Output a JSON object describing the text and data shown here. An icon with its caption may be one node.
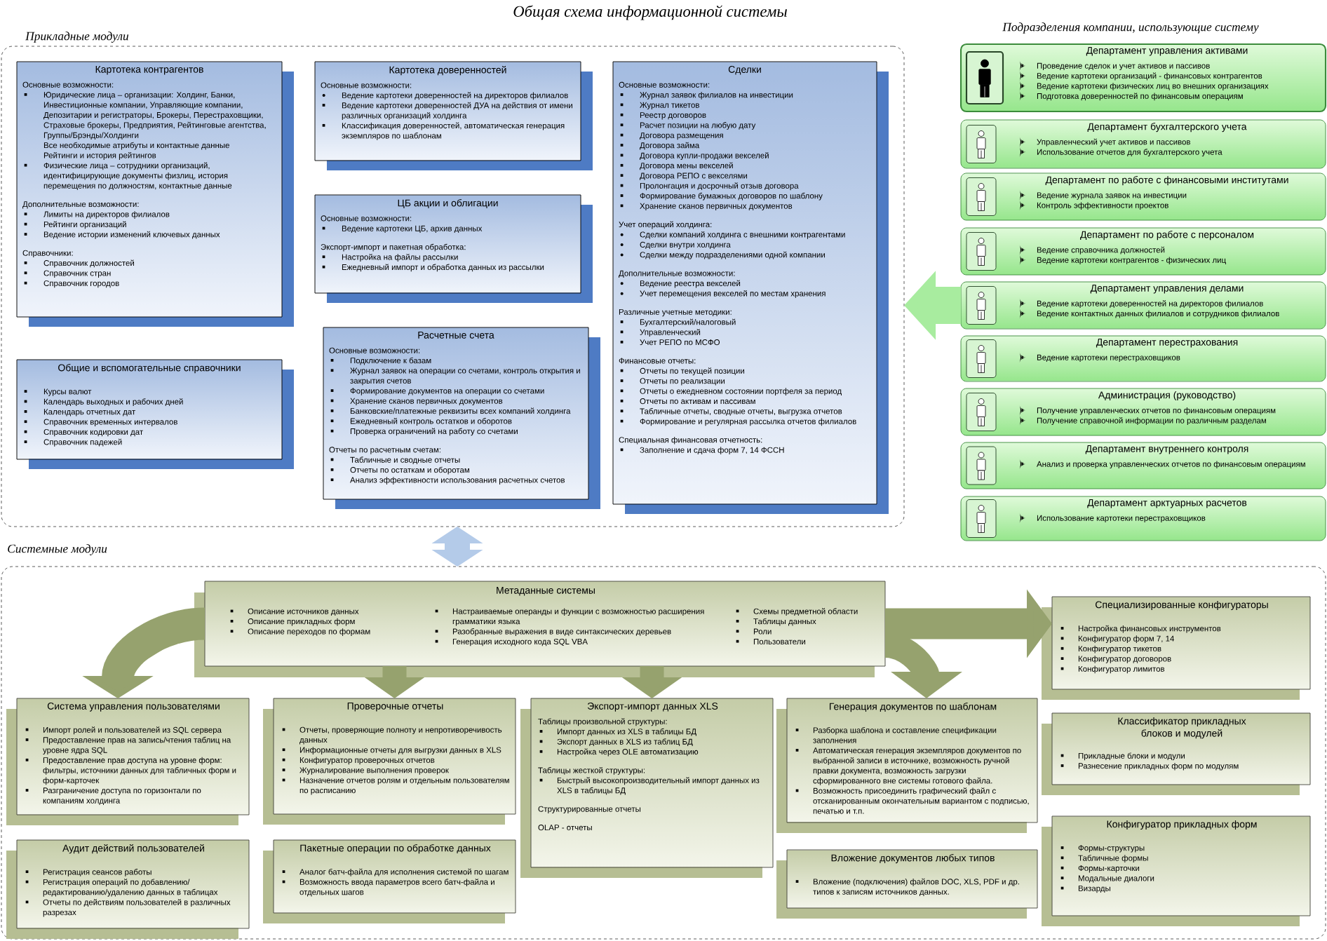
{
  "diagram": {
    "title": "Общая схема информационной системы",
    "nodes": [
      {
        "text": [
          "Прикладные модули"
        ]
      },
      {
        "text": [
          "Картотека контрагентов",
          "Основные возможности:",
          "Юридические лица – организации: Холдинг, Банки, Инвестиционные компании, Управляющие компании, Депозитарии и регистраторы, Брокеры, Перестраховщики, Страховые брокеры, Предприятия, Рейтинговые агентства, Группы/Брэнды/Холдинги",
          "Все необходимые атрибуты и контактные данные",
          "Рейтинги и история рейтингов",
          "Физические лица – сотрудники организаций, идентифицирующие документы физлиц, история перемещения по должностям, контактные данные",
          "Дополнительные возможности:",
          "Лимиты на директоров филиалов",
          "Рейтинги организаций",
          "Ведение истории изменений ключевых данных",
          "Справочники:",
          "Справочник должностей",
          "Справочник стран",
          "Справочник городов"
        ],
        "in": 0
      },
      {
        "text": [
          "Картотека доверенностей",
          "Основные возможности:",
          "Ведение картотеки доверенностей на директоров филиалов",
          "Ведение картотеки доверенностей ДУА на действия от имени различных организаций холдинга",
          "Классификация доверенностей, автоматическая генерация экземпляров по шаблонам"
        ],
        "in": 0
      },
      {
        "text": [
          "ЦБ акции и облигации",
          "Основные возможности:",
          "Ведение картотеки ЦБ, архив данных",
          "Экспорт-импорт и пакетная обработка:",
          "Настройка на файлы рассылки",
          "Ежедневный импорт и обработка данных из рассылки"
        ],
        "in": 0
      },
      {
        "text": [
          "Сделки",
          "Основные возможности:",
          "Журнал заявок филиалов на инвестиции",
          "Журнал тикетов",
          "Реестр договоров",
          "Расчет позиции на любую дату",
          "Договора размещения",
          "Договора займа",
          "Договора купли-продажи векселей",
          "Договора мены векселей",
          "Договора РЕПО с векселями",
          "Пролонгация и досрочный отзыв договора",
          "Формирование бумажных договоров по шаблону",
          "Хранение сканов первичных документов",
          "Учет операций холдинга:",
          "Сделки компаний холдинга с внешними контрагентами",
          "Сделки внутри холдинга",
          "Сделки между подразделениями одной компании",
          "Дополнительные возможности:",
          "Ведение реестра векселей",
          "Учет перемещения векселей по местам хранения",
          "Различные учетные методики:",
          "Бухгалтерский/налоговый",
          "Управленческий",
          "Учет РЕПО по МСФО",
          "Финансовые отчеты:",
          "Отчеты по текущей позиции",
          "Отчеты по реализации",
          "Отчеты о ежедневном состоянии портфеля за период",
          "Отчеты по активам и пассивам",
          "Табличные отчеты, сводные отчеты, выгрузка отчетов",
          "Формирование и регулярная рассылка отчетов филиалов",
          "Специальная финансовая отчетность:",
          "Заполнение и сдача форм 7, 14 ФССН"
        ],
        "in": 0
      },
      {
        "text": [
          "Общие и вспомогательные справочники",
          "Курсы валют",
          "Календарь выходных и рабочих дней",
          "Календарь отчетных дат",
          "Справочник временных интервалов",
          "Справочник кодировки дат",
          "Справочник падежей"
        ],
        "in": 0
      },
      {
        "text": [
          "Расчетные счета",
          "Основные возможности:",
          "Подключение к базам",
          "Журнал заявок на операции со счетами, контроль открытия и закрытия счетов",
          "Формирование документов на операции со счетами",
          "Хранение сканов первичных документов",
          "Банковские/платежные реквизиты всех компаний холдинга",
          "Ежедневный контроль остатков и оборотов",
          "Проверка ограничений на работу со счетами",
          "Отчеты по расчетным счетам:",
          "Табличные и сводные отчеты",
          "Отчеты по остаткам и оборотам",
          "Анализ эффективности использования расчетных счетов"
        ],
        "in": 0
      },
      {
        "text": [
          "Департамент управления активами",
          "Проведение сделок и учет активов и пассивов",
          "Ведение картотеки организаций - финансовых контрагентов",
          "Ведение картотеки физических лиц во внешних организациях",
          "Подготовка доверенностей по финансовым операциям"
        ]
      },
      {
        "text": [
          "Департамент бухгалтерского учета",
          "Управленческий учет активов и пассивов",
          "Использование отчетов для бухгалтерского учета"
        ]
      },
      {
        "text": [
          "Департамент по работе с финансовыми институтами",
          "Ведение журнала заявок на инвестиции",
          "Контроль эффективности проектов"
        ]
      },
      {
        "text": [
          "Департамент по работе с персоналом",
          "Ведение справочника должностей",
          "Ведение картотеки контрагентов - физических лиц"
        ]
      },
      {
        "text": [
          "Департамент управления делами",
          "Ведение картотеки доверенностей на директоров филиалов",
          "Ведение контактных данных филиалов и сотрудников филиалов"
        ]
      },
      {
        "text": [
          "Департамент перестрахования",
          "Ведение картотеки перестраховщиков"
        ]
      },
      {
        "text": [
          "Администрация (руководство)",
          "Получение управленческих отчетов по финансовым операциям",
          "Получение справочной информации по различным разделам"
        ]
      },
      {
        "text": [
          "Департамент внутреннего контроля",
          "Анализ и проверка управленческих отчетов по финансовым операциям"
        ]
      },
      {
        "text": [
          "Департамент арктуарных расчетов",
          "Использование картотеки перестраховщиков"
        ]
      },
      {
        "text": [
          "Системные модули"
        ]
      },
      {
        "text": [
          "Метаданные системы",
          "Описание источников данных",
          "Описание прикладных форм",
          "Описание переходов по формам",
          "Настраиваемые операнды и функции с возможностью расширения грамматики языка",
          "Разобранные выражения в виде синтаксических деревьев",
          "Генерация исходного кода SQL VBA",
          "Схемы предметной области",
          "Таблицы данных",
          "Роли",
          "Пользователи"
        ],
        "in": 16
      },
      {
        "text": [
          "Система управления пользователями",
          "Импорт ролей и пользователей из SQL сервера",
          "Предоставление прав на запись/чтения таблиц на уровне ядра SQL",
          "Предоставление прав доступа на уровне форм: фильтры, источники данных для табличных форм и форм-карточек",
          "Разграничение доступа по горизонтали по компаниям холдинга"
        ],
        "in": 16
      },
      {
        "text": [
          "Проверочные отчеты",
          "Отчеты, проверяющие полноту и непротиворечивость данных",
          "Информационные отчеты для выгрузки данных в XLS",
          "Конфигуратор проверочных отчетов",
          "Журналирование выполнения проверок",
          "Назначение отчетов ролям и отдельным пользователям по расписанию"
        ],
        "in": 16
      },
      {
        "text": [
          "Экспорт-импорт данных XLS",
          "Таблицы произвольной структуры:",
          "Импорт данных из XLS в таблицы БД",
          "Экспорт данных в XLS из таблиц БД",
          "Настройка через OLE автоматизацию",
          "Таблицы жесткой структуры:",
          "Быстрый высокопроизводительный импорт данных из XLS в таблицы БД",
          "Структурированные отчеты",
          "OLAP - отчеты"
        ],
        "in": 16
      },
      {
        "text": [
          "Генерация документов по шаблонам",
          "Разборка шаблона и составление спецификации заполнения",
          "Автоматическая генерация экземпляров документов по выбранной записи в источнике, возможность ручной правки документа, возможность загрузки сформированного вне системы готового файла.",
          "Возможность присоединить графический файл с отсканированным окончательным вариантом с подписью, печатью и т.п."
        ],
        "in": 16
      },
      {
        "text": [
          "Специализированные конфигураторы",
          "Настройка финансовых инструментов",
          "Конфигуратор форм 7, 14",
          "Конфигуратор тикетов",
          "Конфигуратор договоров",
          "Конфигуратор лимитов"
        ],
        "in": 16
      },
      {
        "text": [
          "Аудит действий пользователей",
          "Регистрация сеансов работы",
          "Регистрация операций по добавлению/ редактированию/удалению данных в таблицах",
          "Отчеты по действиям пользователей в различных разрезах"
        ],
        "in": 16
      },
      {
        "text": [
          "Пакетные операции по обработке данных",
          "Аналог батч-файла для исполнения системой по шагам",
          "Возможность ввода параметров всего батч-файла и отдельных шагов"
        ],
        "in": 16
      },
      {
        "text": [
          "Вложение документов любых типов",
          "Вложение (подключения) файлов DOC, XLS, PDF и др. типов к записям источников данных."
        ],
        "in": 16
      },
      {
        "text": [
          "Классификатор прикладных блоков и модулей",
          "Прикладные блоки и модули",
          "Разнесение прикладных форм по модулям"
        ],
        "in": 16
      },
      {
        "text": [
          "Конфигуратор прикладных форм",
          "Формы-структуры",
          "Табличные формы",
          "Формы-карточки",
          "Модальные диалоги",
          "Визарды"
        ],
        "in": 16
      }
    ],
    "edges": [
      {
        "from": 11,
        "to": 0,
        "arrow": "to",
        "color": "#a8ec9f"
      },
      {
        "from": 0,
        "to": 16,
        "arrow": "both",
        "color": "#b4cbe9"
      },
      {
        "from": 17,
        "to": 18,
        "arrow": "to"
      },
      {
        "from": 17,
        "to": 19,
        "arrow": "to"
      },
      {
        "from": 17,
        "to": 20,
        "arrow": "to"
      },
      {
        "from": 17,
        "to": 21,
        "arrow": "to"
      },
      {
        "from": 17,
        "to": 22,
        "arrow": "to"
      }
    ],
    "labels": [
      "Подразделения компании, использующие систему"
    ]
  }
}
